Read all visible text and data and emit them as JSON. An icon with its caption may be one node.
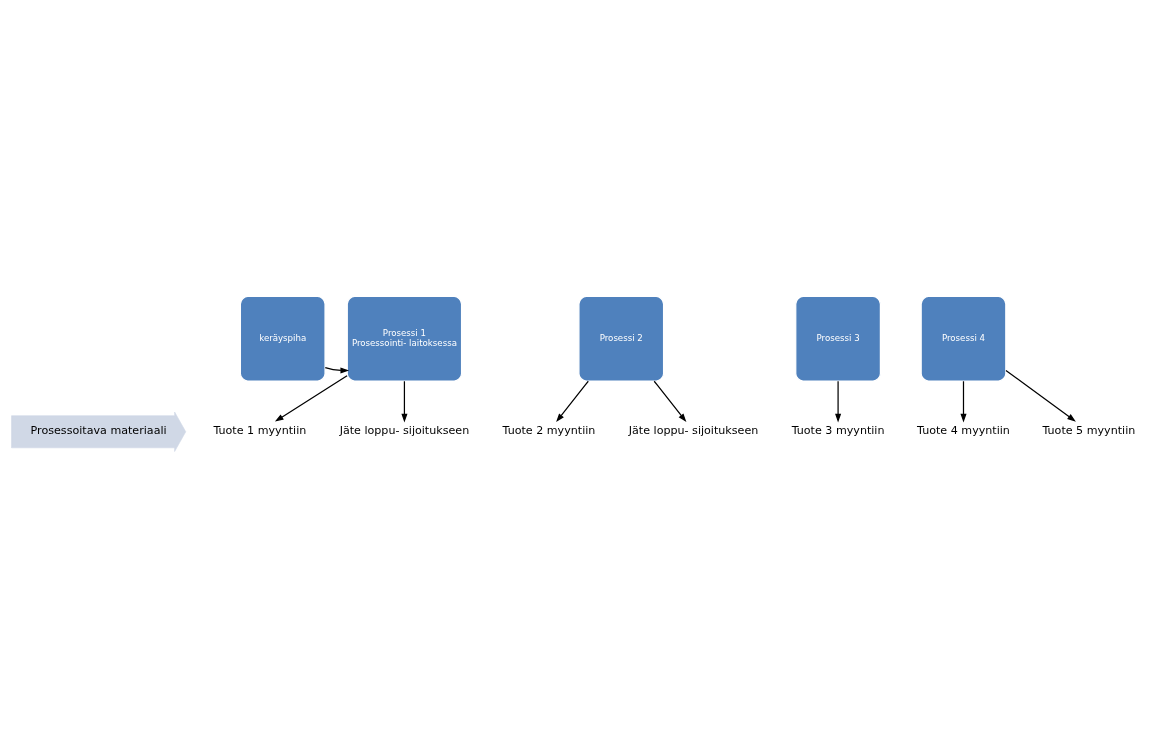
{
  "diagram": {
    "nodes": [
      {
        "text": [
          "Prosessoitava materiaali"
        ]
      },
      {
        "text": [
          "Tuote 1 myyntiin"
        ]
      },
      {
        "text": [
          "Tuote 2 myyntiin"
        ]
      },
      {
        "text": [
          "Tuote 3 myyntiin"
        ]
      },
      {
        "text": [
          "Tuote 4 myyntiin"
        ]
      },
      {
        "text": [
          "Tuote 5 myyntiin"
        ]
      },
      {
        "text": [
          "keräyspiha"
        ]
      },
      {
        "text": [
          "Prosessi 1",
          "Prosessointi- laitoksessa"
        ]
      },
      {
        "text": [
          "Prosessi 2"
        ]
      },
      {
        "text": [
          "Prosessi 3"
        ]
      },
      {
        "text": [
          "Prosessi 4"
        ]
      },
      {
        "text": [
          "Jäte loppu- sijoitukseen"
        ]
      },
      {
        "text": [
          "Jäte loppu- sijoitukseen"
        ]
      }
    ],
    "edges": [
      {
        "from": 6,
        "to": 7,
        "arrow": "to"
      },
      {
        "from": 7,
        "to": 1,
        "arrow": "to"
      },
      {
        "from": 8,
        "to": 2,
        "arrow": "to"
      },
      {
        "from": 9,
        "to": 3,
        "arrow": "to"
      },
      {
        "from": 10,
        "to": 4,
        "arrow": "to"
      },
      {
        "from": 10,
        "to": 5,
        "arrow": "to"
      },
      {
        "from": 7,
        "to": 11,
        "arrow": "to"
      },
      {
        "from": 8,
        "to": 12,
        "arrow": "to"
      }
    ]
  }
}
